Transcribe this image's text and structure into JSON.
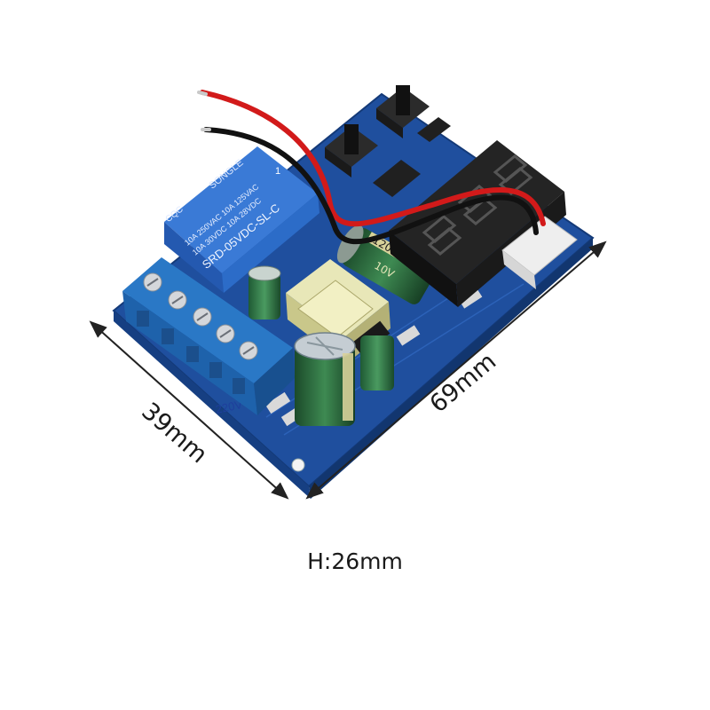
{
  "dimensions": {
    "width_label": "39mm",
    "length_label": "69mm",
    "height_label": "H:26mm"
  },
  "relay": {
    "brand": "SONGLE",
    "rating_1": "10A 250VAC  10A 125VAC",
    "rating_2": "10A 30VDC  10A 28VDC",
    "model": "SRD-05VDC-SL-C",
    "cert_mark": "CQC",
    "pin_mark": "1"
  },
  "capacitor": {
    "rating": "1200uF",
    "voltage": "10V"
  },
  "board": {
    "voltage_mark": "220V~"
  },
  "colors": {
    "pcb": "#1f4f9e",
    "relay": "#2c6cc8",
    "terminal": "#2a78c6",
    "display": "#1c1c1c",
    "wire_red": "#d21a1a",
    "wire_black": "#111111"
  }
}
